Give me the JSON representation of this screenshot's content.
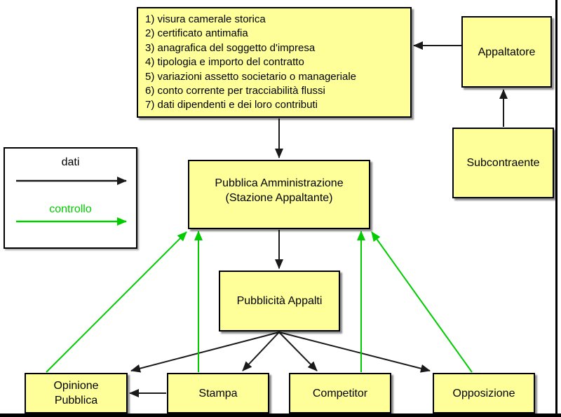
{
  "colors": {
    "node_fill": "#FFFF99",
    "node_border": "#000000",
    "dati_arrow": "#1A1A1A",
    "controllo_arrow": "#00CC00"
  },
  "legend": {
    "dati_label": "dati",
    "controllo_label": "controllo"
  },
  "nodes": {
    "requisiti": {
      "items": [
        "1) visura camerale storica",
        "2) certificato antimafia",
        "3) anagrafica del soggetto d'impresa",
        "4) tipologia e importo del contratto",
        "5) variazioni assetto societario o manageriale",
        "6) conto corrente per tracciabilità flussi",
        "7) dati dipendenti e dei loro contributi"
      ]
    },
    "appaltatore": {
      "label": "Appaltatore"
    },
    "subcontraente": {
      "label": "Subcontraente"
    },
    "pubblica_amministrazione": {
      "line1": "Pubblica Amministrazione",
      "line2": "(Stazione Appaltante)"
    },
    "pubblicita_appalti": {
      "label": "Pubblicità Appalti"
    },
    "opinione_pubblica": {
      "line1": "Opinione",
      "line2": "Pubblica"
    },
    "stampa": {
      "label": "Stampa"
    },
    "competitor": {
      "label": "Competitor"
    },
    "opposizione": {
      "label": "Opposizione"
    }
  }
}
